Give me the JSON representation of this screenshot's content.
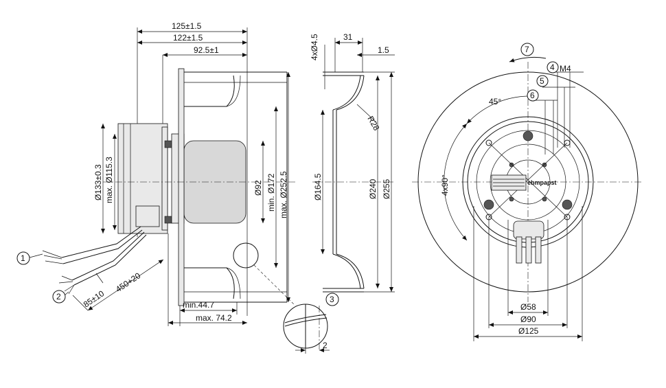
{
  "side_view": {
    "dim_125": "125±1.5",
    "dim_122": "122±1.5",
    "dim_92_5": "92.5±1",
    "dim_133": "Ø133±0.3",
    "dim_115_3": "max. Ø115.3",
    "dim_92": "Ø92",
    "dim_172": "min. Ø172",
    "dim_252_5": "max. Ø252.5",
    "dim_44_7": "min.44.7",
    "dim_74_2": "max. 74.2",
    "dim_85": "85±10",
    "dim_450": "450+20",
    "callout_1": "1",
    "callout_2": "2"
  },
  "section_view": {
    "dim_4x4_5": "4xØ4.5",
    "dim_31": "31",
    "dim_1_5": "1.5",
    "dim_r28": "R28",
    "dim_164_5": "Ø164.5",
    "dim_240": "Ø240",
    "dim_255": "Ø255"
  },
  "detail_view": {
    "callout_3": "3",
    "dim_2": "2"
  },
  "front_view": {
    "callout_4": "4",
    "callout_5": "5",
    "callout_6": "6",
    "callout_7": "7",
    "dim_m4": "M4",
    "dim_45": "45°",
    "dim_4x90": "4x90°",
    "dim_58": "Ø58",
    "dim_90": "Ø90",
    "dim_125d": "Ø125",
    "brand_logo": "ebmpapst"
  }
}
